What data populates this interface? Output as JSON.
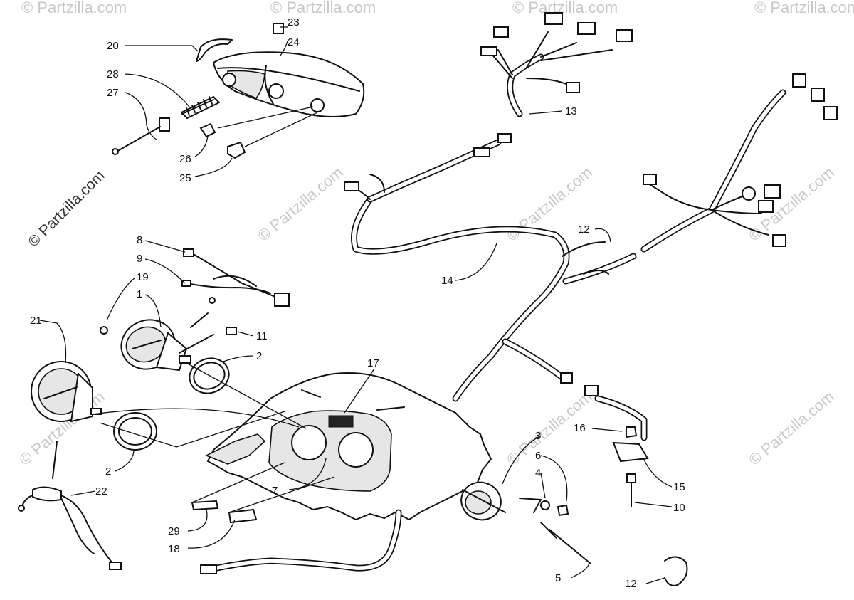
{
  "watermark": {
    "main": "© Partzilla.com",
    "faint": "© Partzilla.com"
  },
  "callouts": {
    "c1": "1",
    "c2a": "2",
    "c2b": "2",
    "c3": "3",
    "c4": "4",
    "c5": "5",
    "c6": "6",
    "c7": "7",
    "c8": "8",
    "c9": "9",
    "c10": "10",
    "c11": "11",
    "c12a": "12",
    "c12b": "12",
    "c13": "13",
    "c14": "14",
    "c15": "15",
    "c16": "16",
    "c17": "17",
    "c18": "18",
    "c19": "19",
    "c20": "20",
    "c21": "21",
    "c22": "22",
    "c23": "23",
    "c24": "24",
    "c25": "25",
    "c26": "26",
    "c27": "27",
    "c28": "28",
    "c29": "29"
  }
}
